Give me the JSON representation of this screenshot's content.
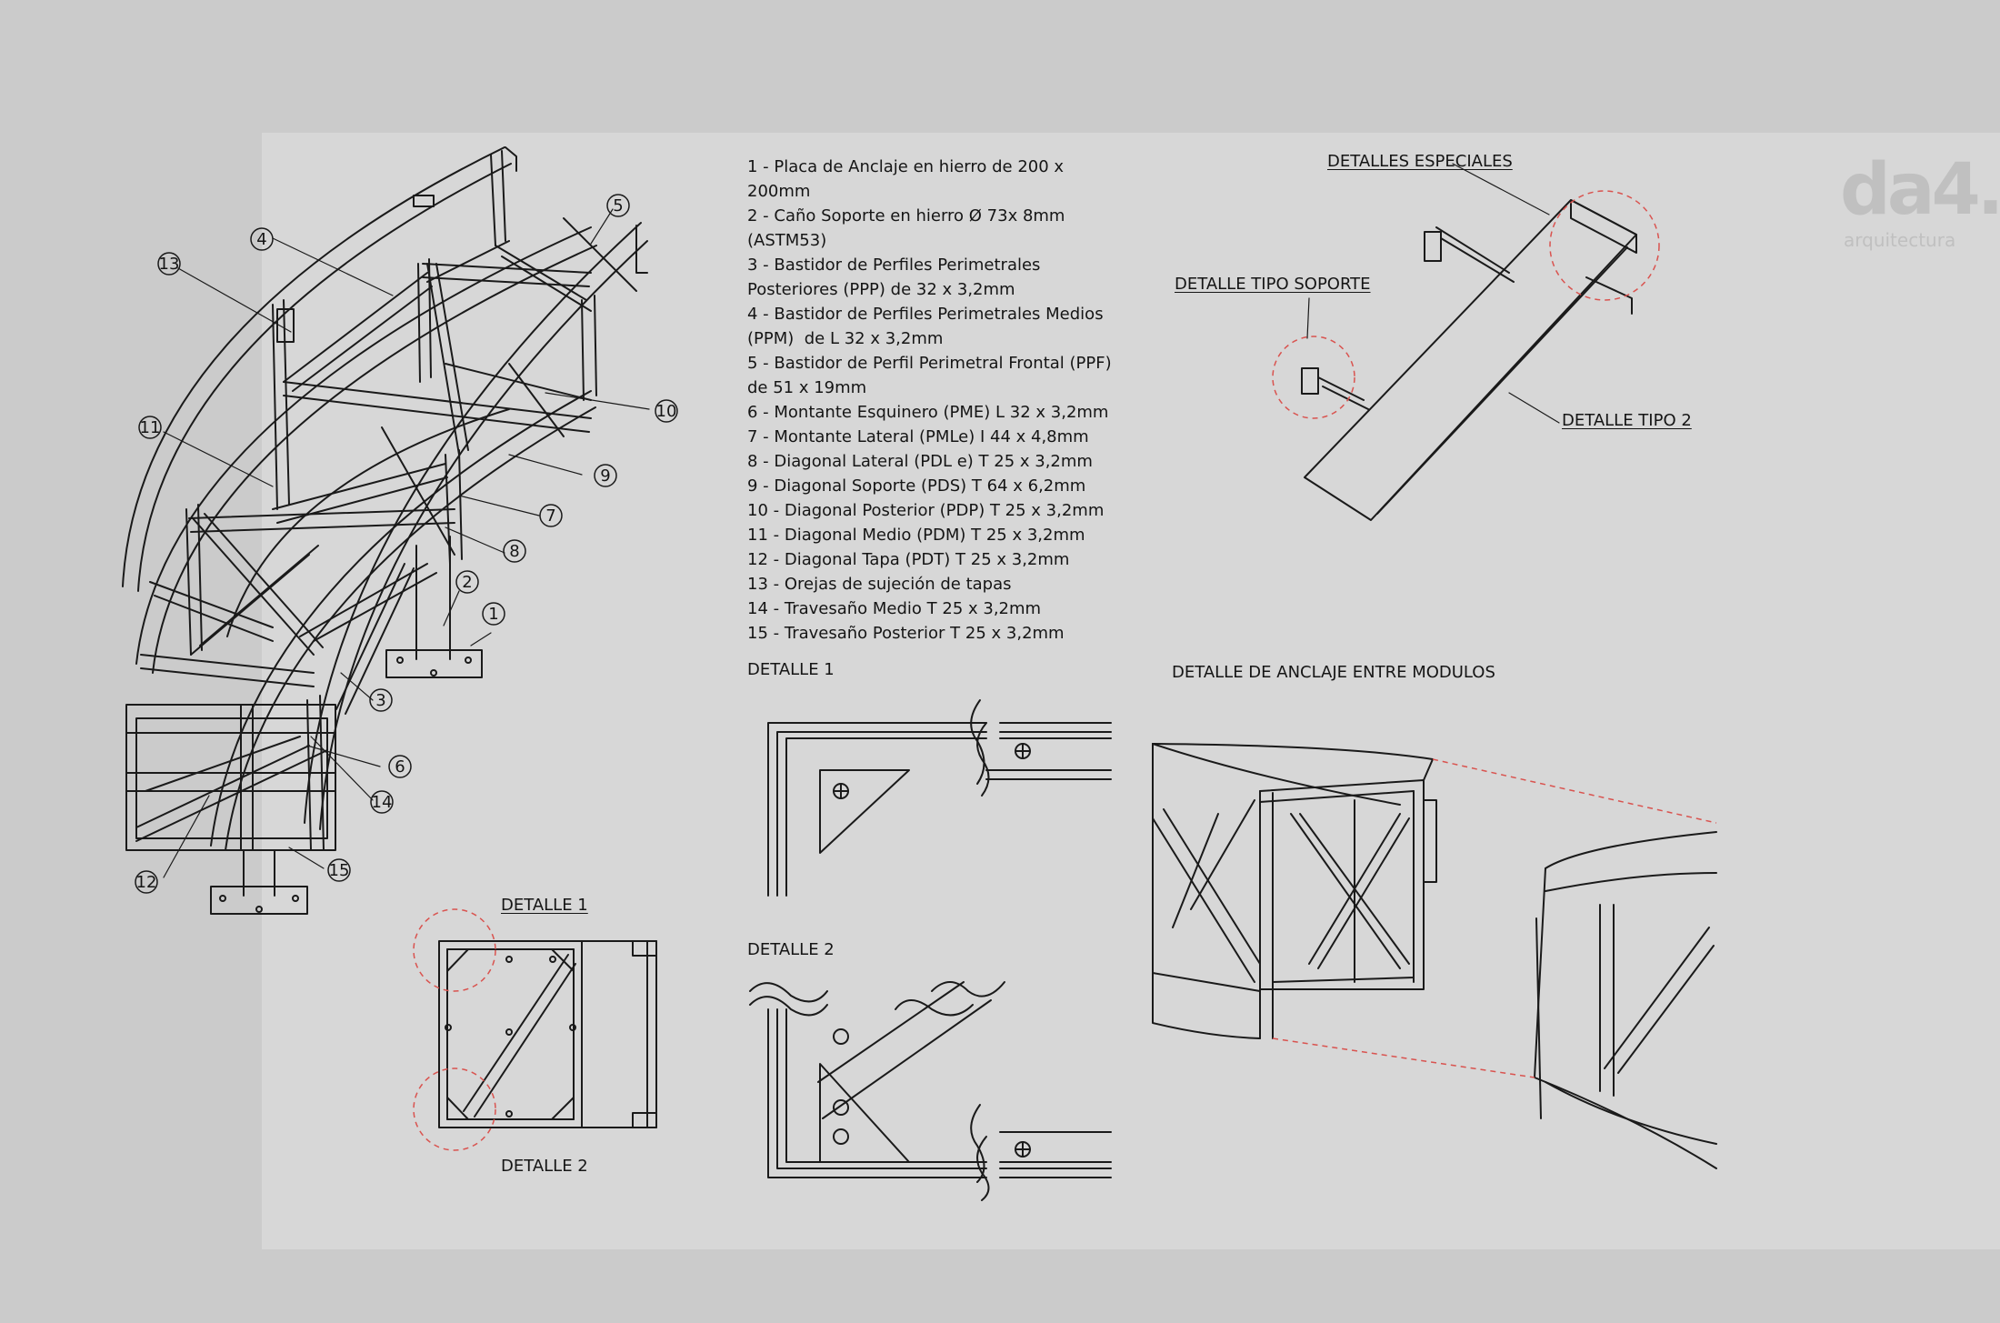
{
  "legend": [
    "1 - Placa de Anclaje en hierro de 200 x 200mm",
    "2 - Caño Soporte en hierro Ø 73x 8mm (ASTM53)",
    "3 - Bastidor de Perfiles Perimetrales Posteriores (PPP) de 32 x 3,2mm",
    "4 - Bastidor de Perfiles Perimetrales Medios (PPM)  de L 32 x 3,2mm",
    "5 - Bastidor de Perfil Perimetral Frontal (PPF) de 51 x 19mm",
    "6 - Montante Esquinero (PME) L 32 x 3,2mm",
    "7 - Montante Lateral (PMLe) I 44 x 4,8mm",
    "8 - Diagonal Lateral (PDL e) T 25 x 3,2mm",
    "9 - Diagonal Soporte (PDS) T 64 x 6,2mm",
    "10 - Diagonal Posterior (PDP) T 25 x 3,2mm",
    "11 - Diagonal Medio (PDM) T 25 x 3,2mm",
    "12 - Diagonal Tapa (PDT) T 25 x 3,2mm",
    "13 - Orejas de sujeción de tapas",
    "14 - Travesaño Medio T 25 x 3,2mm",
    "15 - Travesaño Posterior T 25 x 3,2mm"
  ],
  "callout_numbers": [
    "1",
    "2",
    "3",
    "4",
    "5",
    "6",
    "7",
    "8",
    "9",
    "10",
    "11",
    "12",
    "13",
    "14",
    "15"
  ],
  "labels": {
    "detalles_especiales": "DETALLES ESPECIALES",
    "detalle_tipo_soporte": "DETALLE TIPO SOPORTE",
    "detalle_tipo_2": "DETALLE TIPO 2",
    "detalle_1_small": "DETALLE 1",
    "detalle_2_small": "DETALLE 2",
    "detalle_1": "DETALLE 1",
    "detalle_2": "DETALLE 2",
    "detalle_anclaje": "DETALLE DE ANCLAJE ENTRE MODULOS"
  },
  "logo": {
    "mark": "da4.",
    "sub": "arquitectura"
  },
  "colors": {
    "line": "#1a1a1a",
    "dash_red": "#d9534f",
    "paper": "#d7d7d7"
  }
}
